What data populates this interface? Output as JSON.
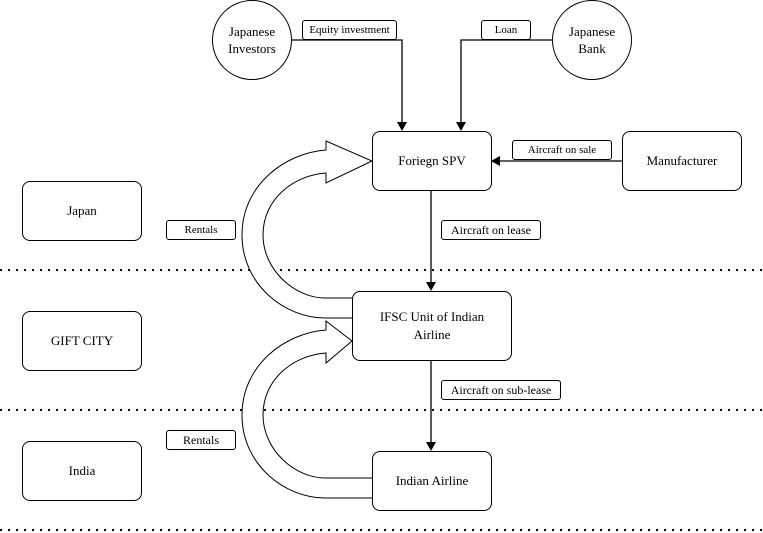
{
  "diagram": {
    "regions": [
      {
        "id": "japan",
        "label": "Japan"
      },
      {
        "id": "gift_city",
        "label": "GIFT CITY"
      },
      {
        "id": "india",
        "label": "India"
      }
    ],
    "entities": {
      "japanese_investors": "Japanese\nInvestors",
      "japanese_bank": "Japanese\nBank",
      "foreign_spv": "Foriegn SPV",
      "manufacturer": "Manufacturer",
      "ifsc_unit": "IFSC Unit of Indian\nAirline",
      "indian_airline": "Indian Airline"
    },
    "flows": {
      "equity_investment": "Equity investment",
      "loan": "Loan",
      "aircraft_on_sale": "Aircraft on sale",
      "aircraft_on_lease": "Aircraft on lease",
      "aircraft_on_sub_lease": "Aircraft on sub-lease",
      "rentals_upper": "Rentals",
      "rentals_lower": "Rentals"
    },
    "edges": [
      {
        "from": "Japanese Investors",
        "to": "Foriegn SPV",
        "label": "Equity investment"
      },
      {
        "from": "Japanese Bank",
        "to": "Foriegn SPV",
        "label": "Loan"
      },
      {
        "from": "Manufacturer",
        "to": "Foriegn SPV",
        "label": "Aircraft on sale"
      },
      {
        "from": "Foriegn SPV",
        "to": "IFSC Unit of Indian Airline",
        "label": "Aircraft on lease"
      },
      {
        "from": "IFSC Unit of Indian Airline",
        "to": "Indian Airline",
        "label": "Aircraft on sub-lease"
      },
      {
        "from": "IFSC Unit of Indian Airline",
        "to": "Foriegn SPV",
        "label": "Rentals"
      },
      {
        "from": "Indian Airline",
        "to": "IFSC Unit of Indian Airline",
        "label": "Rentals"
      }
    ]
  }
}
